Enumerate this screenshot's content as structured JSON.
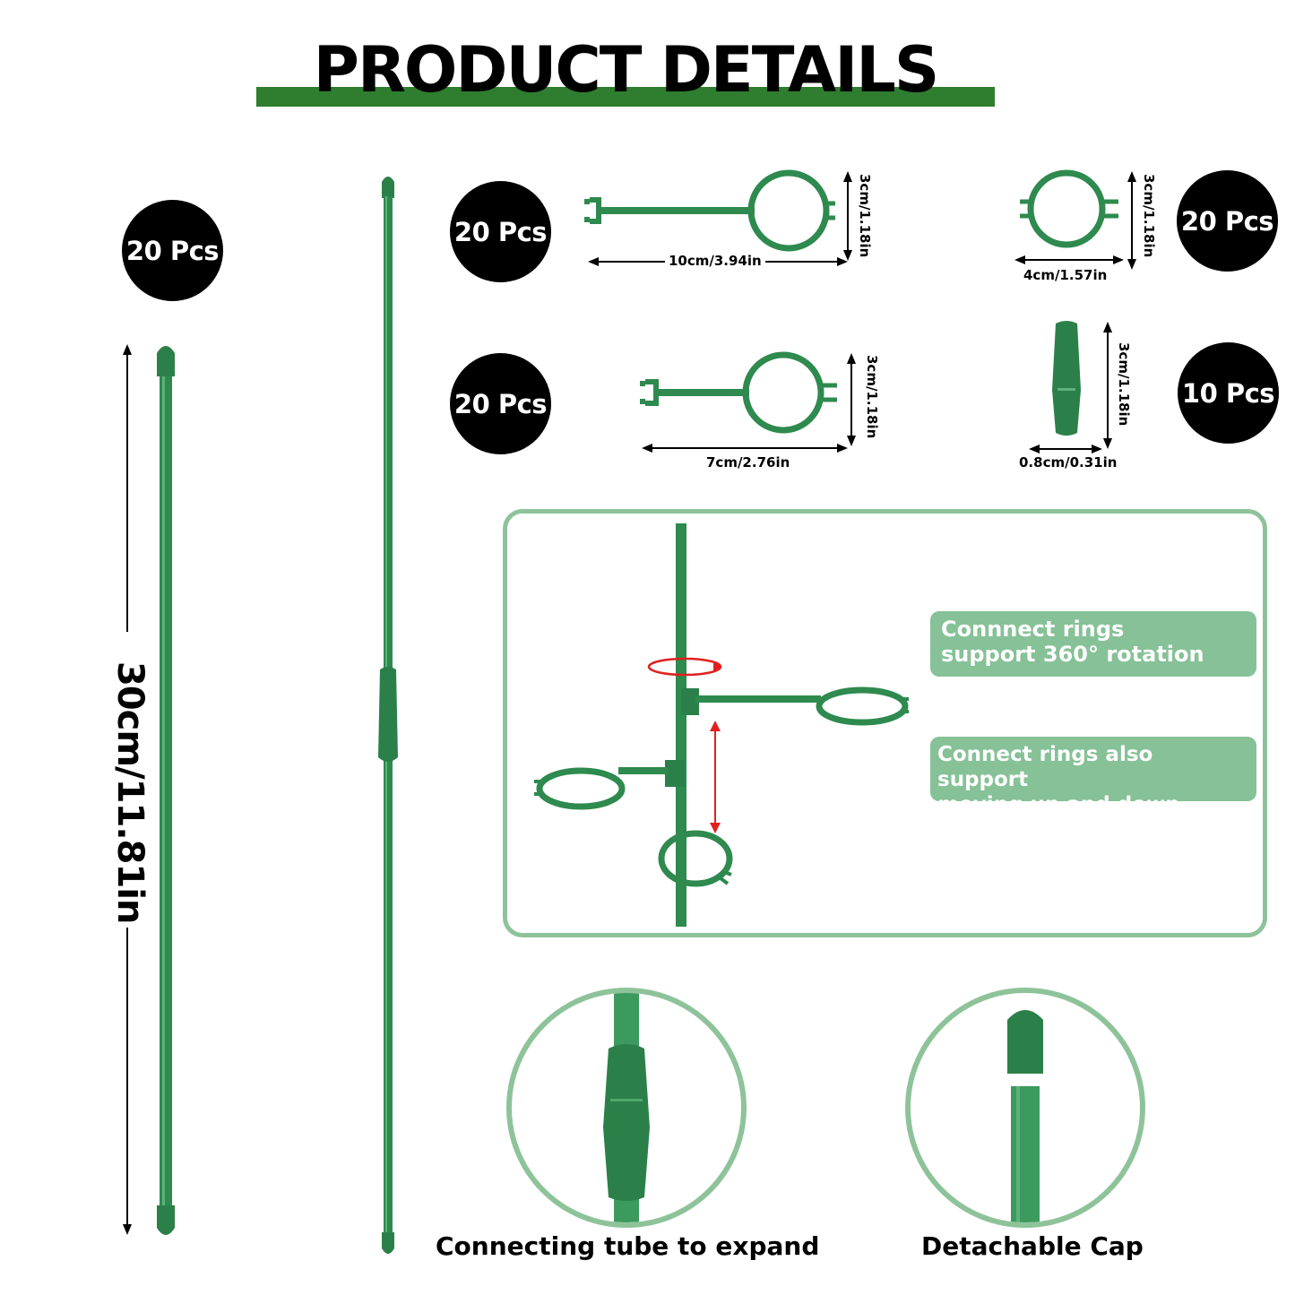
{
  "header": {
    "title": "PRODUCT DETAILS"
  },
  "colors": {
    "accent_green": "#2f7d2f",
    "stake_green": "#2e8a4e",
    "box_border": "#8ec39a",
    "callout_bg": "#86c197",
    "arrow_red": "#e02020"
  },
  "items": {
    "stake": {
      "qty": "20 Pcs",
      "length": "30cm/11.81in"
    },
    "long_ring": {
      "qty": "20 Pcs",
      "width": "10cm/3.94in",
      "height": "3cm/1.18in"
    },
    "small_ring": {
      "qty": "20 Pcs",
      "width": "4cm/1.57in",
      "height": "3cm/1.18in"
    },
    "mid_ring": {
      "qty": "20 Pcs",
      "width": "7cm/2.76in",
      "height": "3cm/1.18in"
    },
    "tube": {
      "qty": "10 Pcs",
      "width": "0.8cm/0.31in",
      "height": "3cm/1.18in"
    }
  },
  "demo": {
    "callout_1": {
      "line1": "Connnect rings",
      "line2": "support 360° rotation"
    },
    "callout_2": {
      "line1": "Connect rings also support",
      "line2": "moving up and down"
    }
  },
  "captions": {
    "tube": "Connecting tube to expand",
    "cap": "Detachable Cap"
  },
  "icons": [
    "green-stake-icon",
    "plant-ring-icon",
    "connector-tube-icon",
    "stake-cap-icon",
    "rotation-arrow-icon",
    "up-down-arrow-icon"
  ]
}
